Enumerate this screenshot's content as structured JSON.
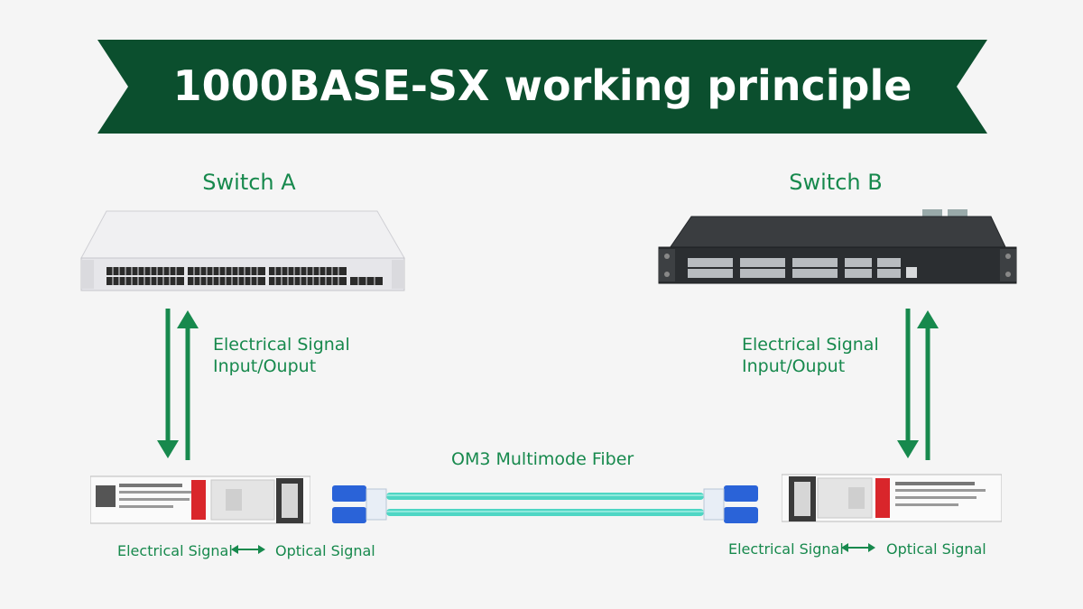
{
  "title": "1000BASE-SX working principle",
  "switch_a": {
    "label": "Switch A"
  },
  "switch_b": {
    "label": "Switch B"
  },
  "left_signal": {
    "line1": "Electrical Signal",
    "line2": "Input/Ouput"
  },
  "right_signal": {
    "line1": "Electrical Signal",
    "line2": "Input/Ouput"
  },
  "fiber_label": "OM3 Multimode Fiber",
  "left_module": {
    "electrical": "Electrical Signal",
    "optical": "Optical Signal"
  },
  "right_module": {
    "electrical": "Electrical Signal",
    "optical": "Optical Signal"
  },
  "colors": {
    "banner": "#0b4f2e",
    "accent": "#17894d",
    "fiber": "#4fd6c4",
    "connector": "#2a63d8"
  }
}
